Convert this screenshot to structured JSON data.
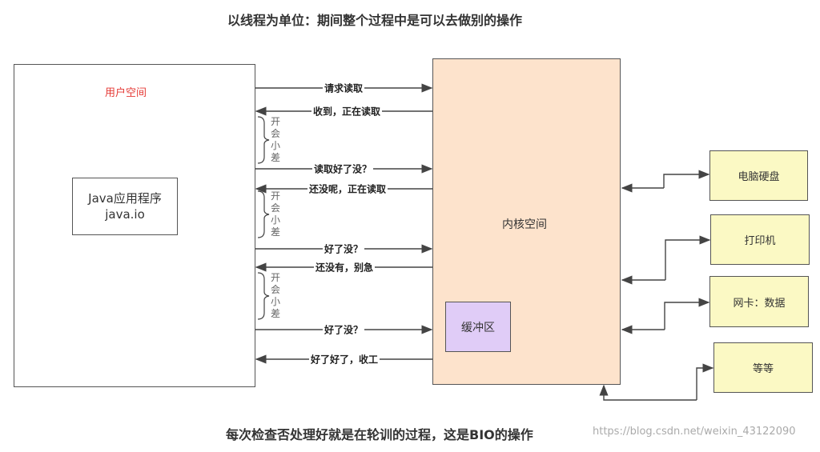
{
  "title": "以线程为单位：期间整个过程中是可以去做别的操作",
  "footer": "每次检查否处理好就是在轮训的过程，这是BIO的操作",
  "watermark": "https://blog.csdn.net/weixin_43122090",
  "user_space": {
    "label": "用户空间",
    "app_line1": "Java应用程序",
    "app_line2": "java.io"
  },
  "kernel_space": {
    "label": "内核空间",
    "buffer": "缓冲区"
  },
  "messages": [
    "请求读取",
    "收到，正在读取",
    "读取好了没？",
    "还没呢，正在读取",
    "好了没？",
    "还没有，别急",
    "好了没？",
    "好了好了，收工"
  ],
  "nap_text": [
    "开",
    "会",
    "小",
    "差"
  ],
  "devices": [
    "电脑硬盘",
    "打印机",
    "网卡：数据",
    "等等"
  ],
  "colors": {
    "kernel": "#fde3cc",
    "buffer": "#e0ccf7",
    "device": "#fbf9c4",
    "user_label": "#e53935"
  }
}
